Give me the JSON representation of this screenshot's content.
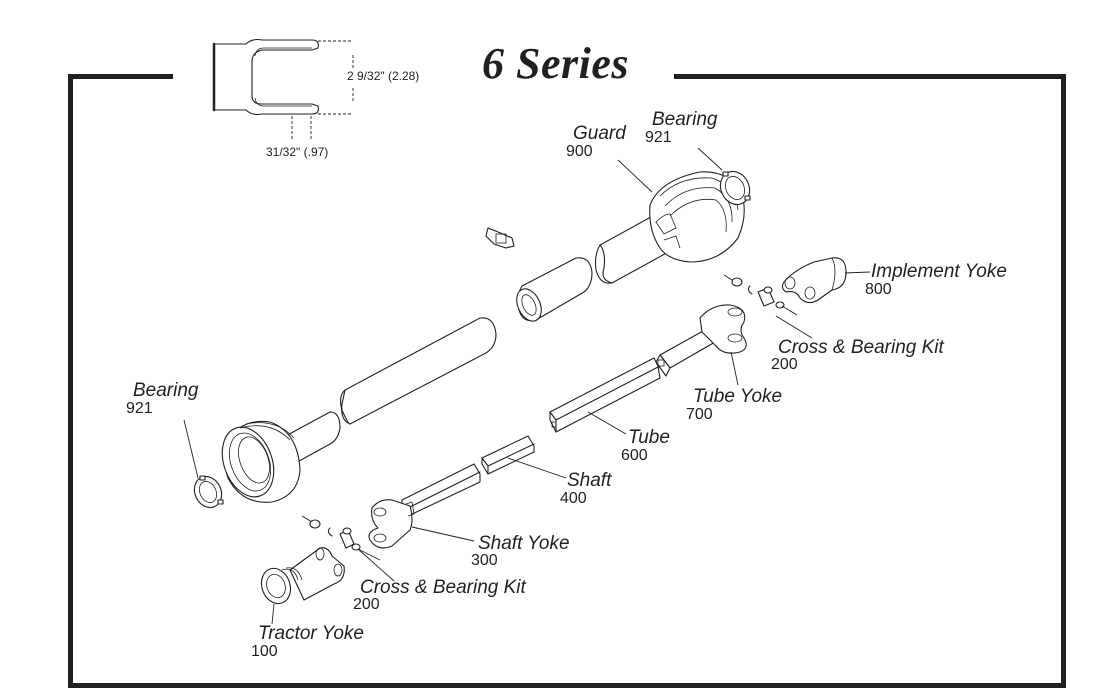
{
  "title": "6 Series",
  "dimensions": {
    "width_label": "2 9/32\"  (2.28)",
    "thickness_label": "31/32\"  (.97)"
  },
  "parts": [
    {
      "name": "Guard",
      "number": "900"
    },
    {
      "name": "Bearing",
      "number": "921"
    },
    {
      "name": "Implement Yoke",
      "number": "800"
    },
    {
      "name": "Cross & Bearing Kit",
      "number": "200"
    },
    {
      "name": "Tube Yoke",
      "number": "700"
    },
    {
      "name": "Tube",
      "number": "600"
    },
    {
      "name": "Shaft",
      "number": "400"
    },
    {
      "name": "Shaft Yoke",
      "number": "300"
    },
    {
      "name": "Cross & Bearing Kit",
      "number": "200"
    },
    {
      "name": "Tractor Yoke",
      "number": "100"
    },
    {
      "name": "Bearing",
      "number": "921"
    }
  ]
}
